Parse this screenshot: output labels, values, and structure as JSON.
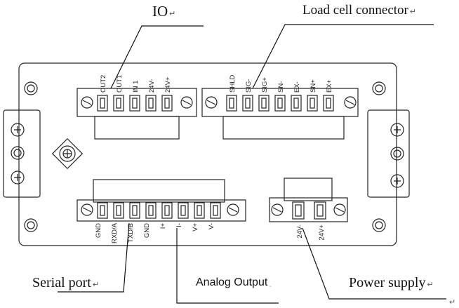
{
  "callouts": {
    "io": "IO",
    "load_cell": "Load cell connector",
    "serial": "Serial port",
    "analog": "Analog Output",
    "power": "Power supply",
    "return_mark": "↵",
    "small_mark": "ˌ"
  },
  "io_pins": [
    "OUT2",
    "OUT1",
    "IN 1",
    "24V-",
    "24V+"
  ],
  "load_cell_pins": [
    "SHLD",
    "SIG-",
    "SIG+",
    "SN-",
    "EX-",
    "SN+",
    "EX+"
  ],
  "bottom_pins": [
    "GND",
    "RXD/A",
    "TXD/B",
    "GND",
    "I+",
    "I-",
    "V+",
    "V-"
  ],
  "power_pins": [
    "24V-",
    "24V+"
  ]
}
